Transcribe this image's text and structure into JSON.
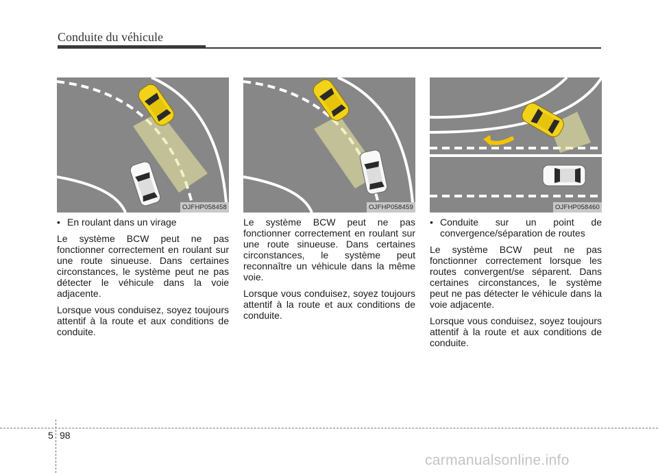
{
  "header": {
    "title": "Conduite du véhicule"
  },
  "columns": [
    {
      "figure_code": "OJFHP058458",
      "bullet": "En roulant dans un virage",
      "paragraphs": [
        "Le système BCW peut ne pas fonctionner correctement en roulant sur une route sinueuse. Dans certaines circonstances, le système peut ne pas détecter le véhicule dans la voie adjacente.",
        "Lorsque vous conduisez, soyez toujours attentif à la route et aux conditions de conduite."
      ]
    },
    {
      "figure_code": "OJFHP058459",
      "paragraphs": [
        "Le système BCW peut ne pas fonctionner correctement en roulant sur une route sinueuse. Dans certaines circonstances, le système peut reconnaître un véhicule dans la même voie.",
        "Lorsque vous conduisez, soyez toujours attentif à la route et aux conditions de conduite."
      ]
    },
    {
      "figure_code": "OJFHP058460",
      "bullet": "Conduite sur un point de convergence/séparation de routes",
      "paragraphs": [
        "Le système BCW peut ne pas fonctionner correctement lorsque les routes convergent/se séparent. Dans certaines circonstances, le système peut ne pas détecter le véhicule dans la voie adjacente.",
        "Lorsque vous conduisez, soyez toujours attentif à la route et aux conditions de conduite."
      ]
    }
  ],
  "footer": {
    "chapter": "5",
    "page": "98"
  },
  "watermark": "carmanualsonline.info",
  "colors": {
    "road": "#878787",
    "lane_line": "#ffffff",
    "detection_zone": "#e8e6a0",
    "subject_car": "#f2d21a",
    "other_car": "#ffffff",
    "arrow": "#f5c400"
  }
}
